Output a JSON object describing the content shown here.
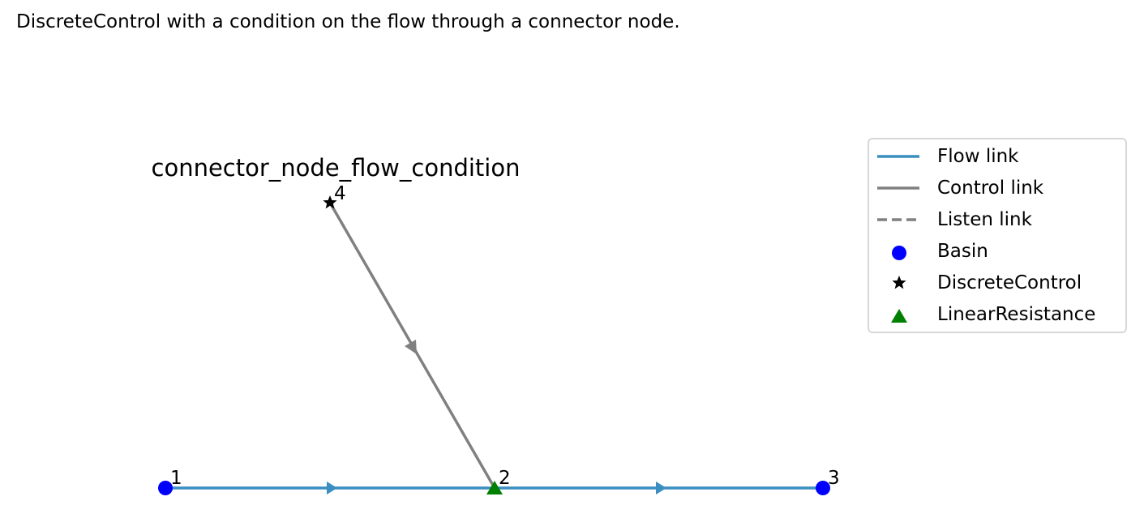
{
  "caption": "DiscreteControl with a condition on the flow through a connector node.",
  "diagram": {
    "title": "connector_node_flow_condition",
    "colors": {
      "flow_link": "#3a8fc0",
      "control_link": "#808080",
      "basin": "#0000ff",
      "discrete_control": "#000000",
      "linear_resistance": "#008000"
    },
    "nodes": [
      {
        "id": "1",
        "label": "1",
        "type": "Basin"
      },
      {
        "id": "2",
        "label": "2",
        "type": "LinearResistance"
      },
      {
        "id": "3",
        "label": "3",
        "type": "Basin"
      },
      {
        "id": "4",
        "label": "4",
        "type": "DiscreteControl"
      }
    ],
    "links": [
      {
        "from": "1",
        "to": "2",
        "type": "flow"
      },
      {
        "from": "2",
        "to": "3",
        "type": "flow"
      },
      {
        "from": "4",
        "to": "2",
        "type": "control"
      }
    ]
  },
  "legend": {
    "items": [
      {
        "label": "Flow link",
        "symbol": "solid-line",
        "color": "#3a8fc0"
      },
      {
        "label": "Control link",
        "symbol": "solid-line",
        "color": "#808080"
      },
      {
        "label": "Listen link",
        "symbol": "dashed-line",
        "color": "#808080"
      },
      {
        "label": "Basin",
        "symbol": "circle-icon",
        "color": "#0000ff"
      },
      {
        "label": "DiscreteControl",
        "symbol": "star-icon",
        "color": "#000000"
      },
      {
        "label": "LinearResistance",
        "symbol": "triangle-icon",
        "color": "#008000"
      }
    ]
  }
}
